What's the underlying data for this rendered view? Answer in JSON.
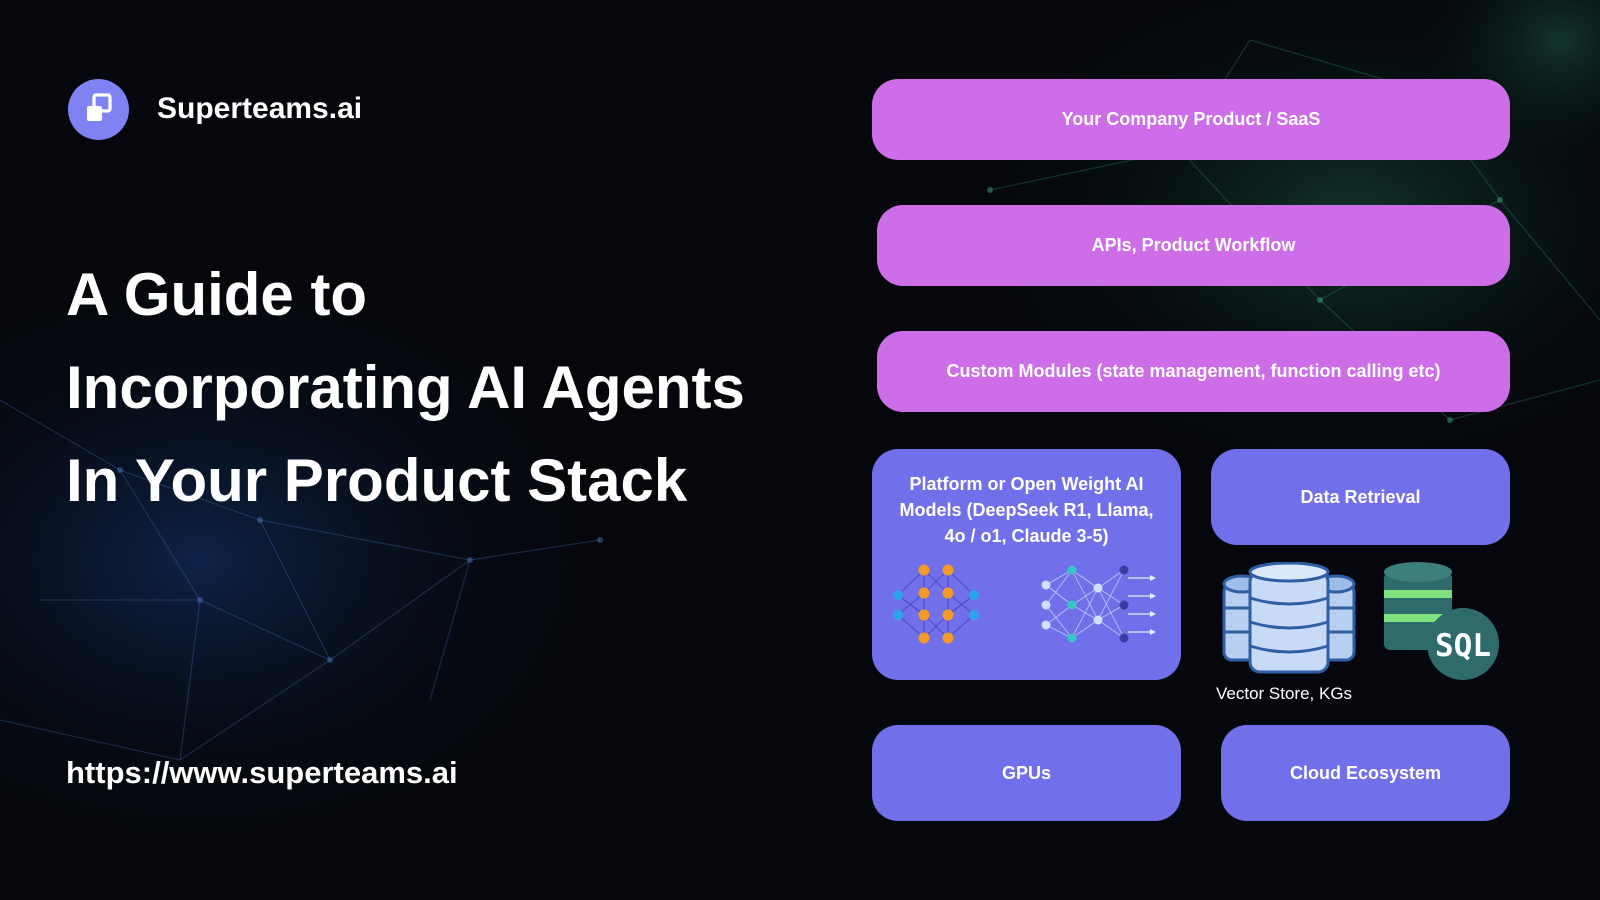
{
  "brand": {
    "name": "Superteams.ai",
    "logo_icon": "stacked-squares-icon"
  },
  "headline": {
    "line1": "A Guide to",
    "line2": "Incorporating AI Agents",
    "line3": "In Your Product Stack"
  },
  "url": "https://www.superteams.ai",
  "stack": {
    "layer1": "Your Company Product / SaaS",
    "layer2": "APIs, Product Workflow",
    "layer3": "Custom Modules (state management, function calling etc)",
    "models": "Platform or Open Weight AI Models (DeepSeek R1, Llama, 4o / o1, Claude 3-5)",
    "data_retrieval": "Data Retrieval",
    "vector_caption": "Vector Store, KGs",
    "sql_label": "SQL",
    "gpus": "GPUs",
    "cloud": "Cloud Ecosystem"
  },
  "colors": {
    "background": "#05070c",
    "pink_layer": "#cd6de8",
    "violet_layer": "#7170ea",
    "logo": "#7f82f2"
  }
}
